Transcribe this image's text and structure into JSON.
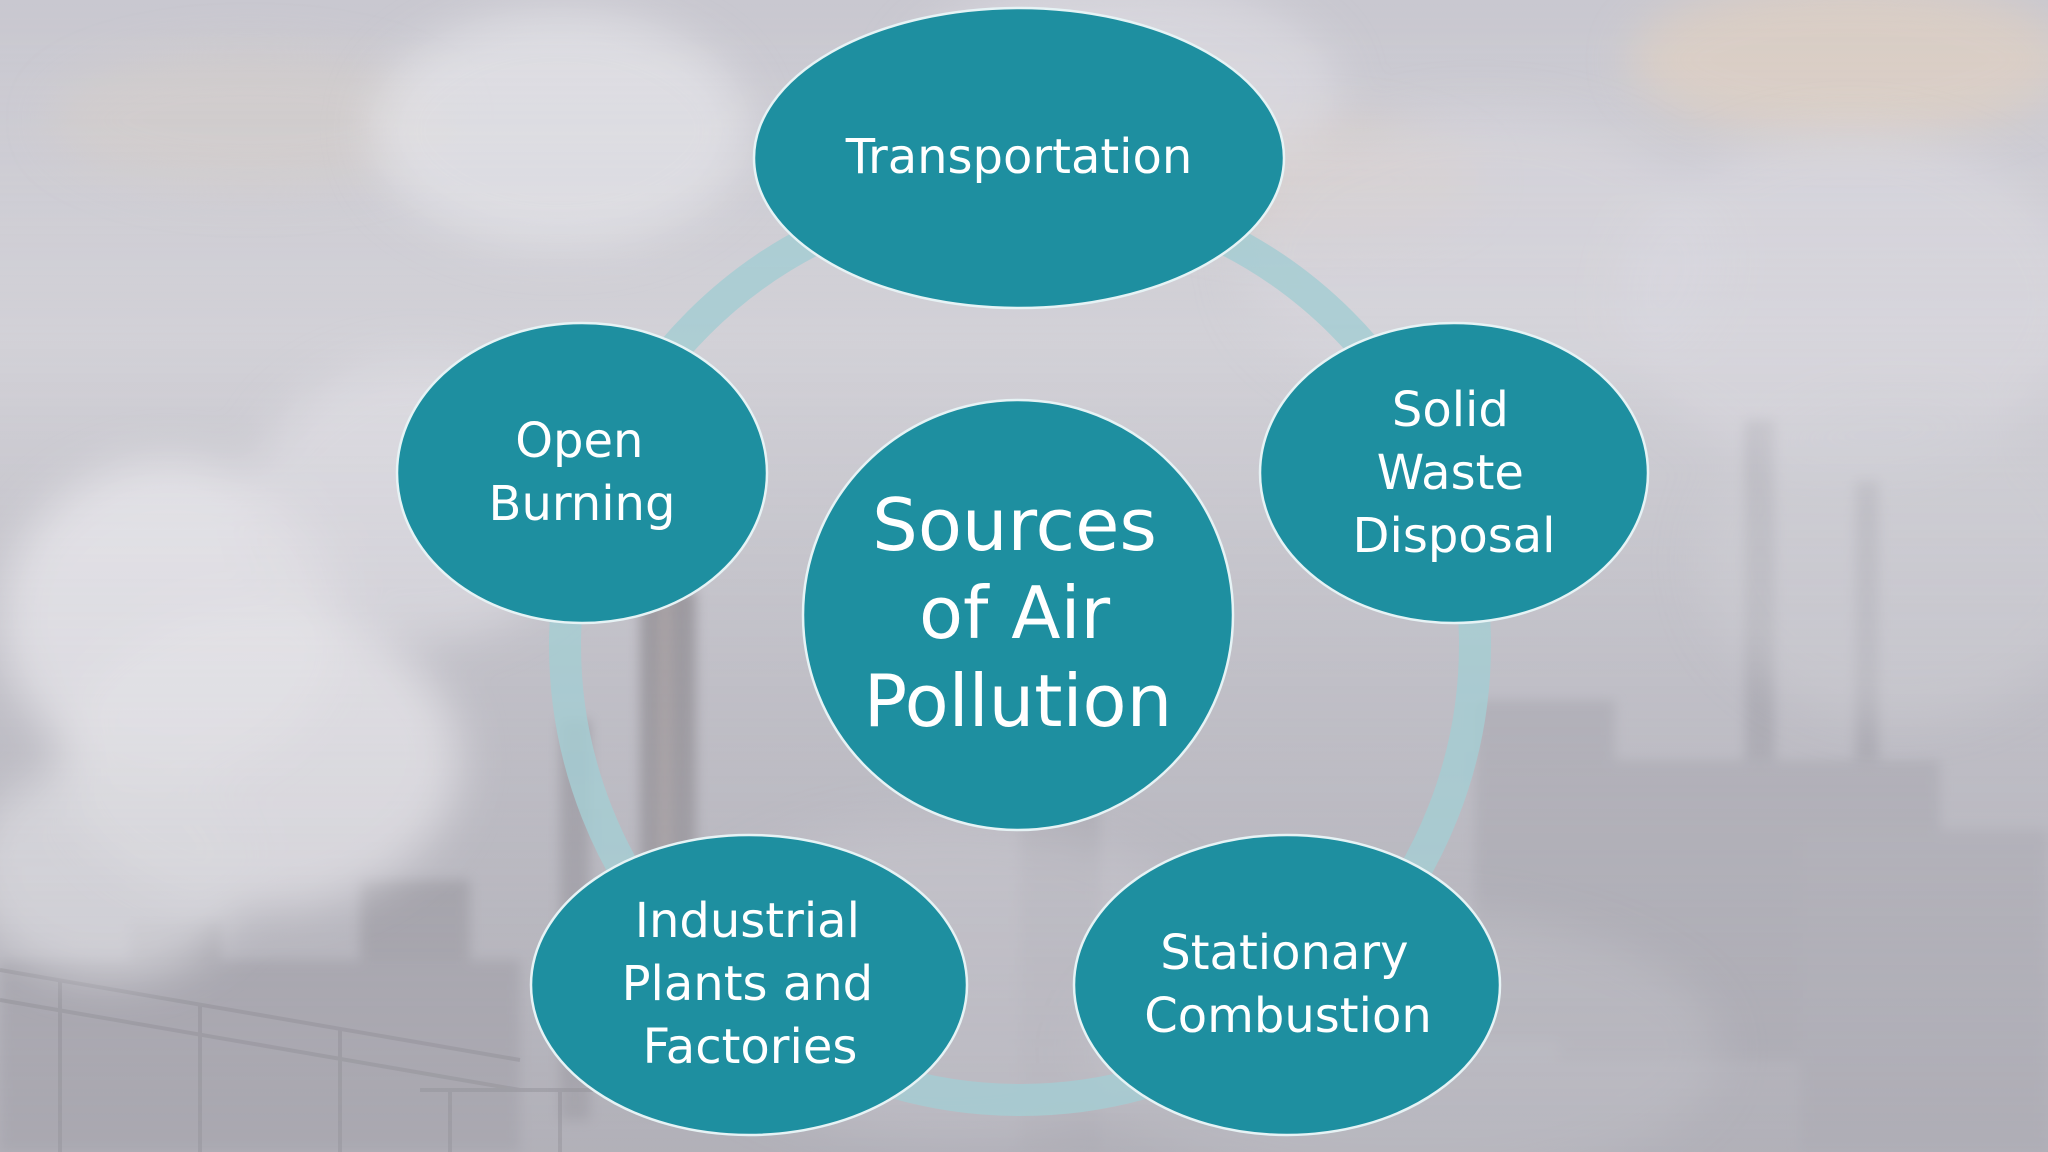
{
  "diagram": {
    "center": {
      "label_lines": [
        "Sources",
        "of Air",
        "Pollution"
      ]
    },
    "nodes": [
      {
        "id": "transportation",
        "label_lines": [
          "Transportation"
        ]
      },
      {
        "id": "solid-waste-disposal",
        "label_lines": [
          "Solid",
          "Waste",
          "Disposal"
        ]
      },
      {
        "id": "stationary-combustion",
        "label_lines": [
          "Stationary",
          "Combustion"
        ]
      },
      {
        "id": "industrial-plants-and-factories",
        "label_lines": [
          "Industrial",
          "Plants and",
          "Factories"
        ]
      },
      {
        "id": "open-burning",
        "label_lines": [
          "Open",
          "Burning"
        ]
      }
    ]
  },
  "colors": {
    "node_fill": "#1e8fa0",
    "node_stroke": "#e6f3f5",
    "ring": "#a6cdd2",
    "background": "#c9c8d0"
  }
}
